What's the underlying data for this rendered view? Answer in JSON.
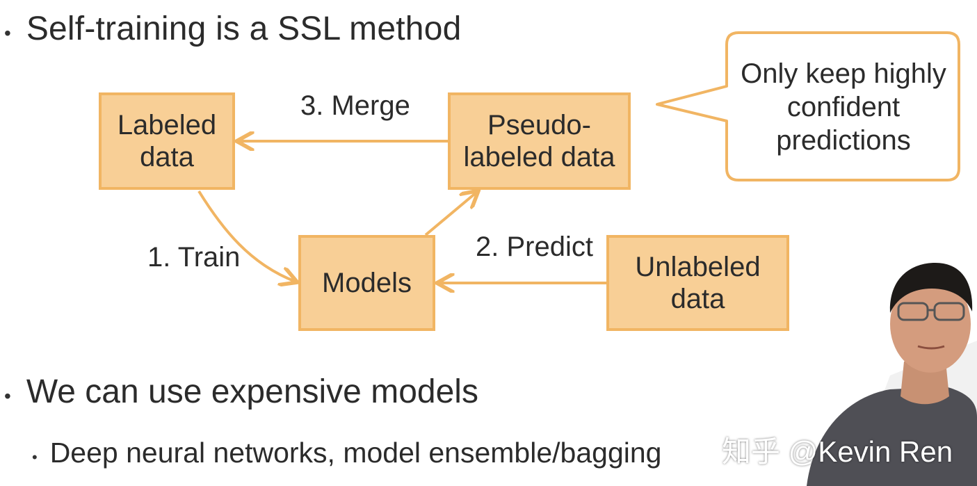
{
  "slide": {
    "bullet1": "Self-training is a SSL method",
    "bullet2": "We can use expensive models",
    "bullet3": "Deep neural networks, model ensemble/bagging",
    "bullet_glyph": "•"
  },
  "diagram": {
    "nodes": {
      "labeled": "Labeled\ndata",
      "pseudo": "Pseudo-\nlabeled data",
      "models": "Models",
      "unlabeled": "Unlabeled\ndata"
    },
    "edges": {
      "train": "1. Train",
      "predict": "2. Predict",
      "merge": "3. Merge"
    },
    "callout": "Only keep highly\nconfident\npredictions",
    "colors": {
      "box_fill": "#f8cf96",
      "box_border": "#f1b563",
      "arrow": "#f1b563"
    }
  },
  "watermark": "知乎 @Kevin Ren"
}
